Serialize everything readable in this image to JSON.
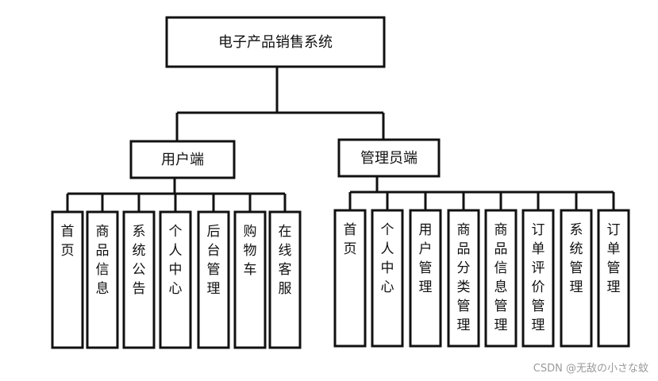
{
  "diagram": {
    "root": "电子产品销售系统",
    "branches": [
      {
        "label": "用户端",
        "children": [
          "首页",
          "商品信息",
          "系统公告",
          "个人中心",
          "后台管理",
          "购物车",
          "在线客服"
        ]
      },
      {
        "label": "管理员端",
        "children": [
          "首页",
          "个人中心",
          "用户管理",
          "商品分类管理",
          "商品信息管理",
          "订单评价管理",
          "系统管理",
          "订单管理"
        ]
      }
    ]
  },
  "watermark": "CSDN @无敌の小さな蚊"
}
